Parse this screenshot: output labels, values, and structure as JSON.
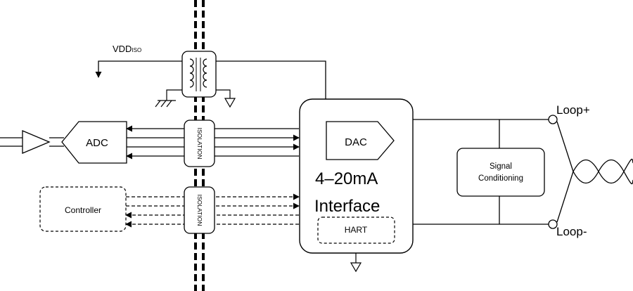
{
  "labels": {
    "vdd_main": "VDD",
    "vdd_sub": "ISO",
    "adc": "ADC",
    "dac": "DAC",
    "interface_line1": "4–20mA",
    "interface_line2": "Interface",
    "hart": "HART",
    "controller": "Controller",
    "isolation": "ISOLATION",
    "signal_line1": "Signal",
    "signal_line2": "Conditioning",
    "loop_plus": "Loop+",
    "loop_minus": "Loop-"
  }
}
